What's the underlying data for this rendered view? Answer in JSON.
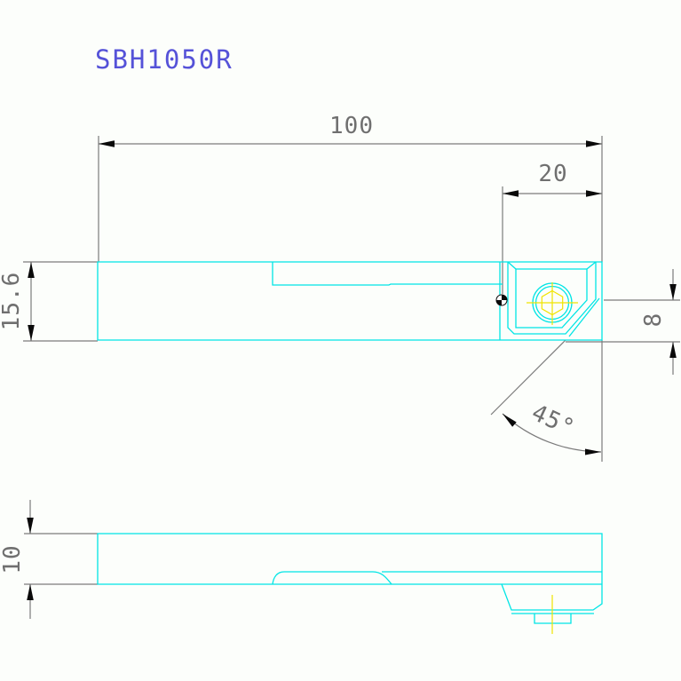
{
  "title": "SBH1050R",
  "dimensions": {
    "overall_length": "100",
    "head_length": "20",
    "body_height": "15.6",
    "tip_height": "8",
    "lead_angle": "45°",
    "shank_width": "10"
  },
  "colors": {
    "geometry_line": "#00E5E5",
    "centerline": "#F0E400",
    "dimension_line": "#7B7B7B",
    "dimension_text": "#6F6F6F",
    "arrowhead": "#0A0A0A",
    "title_text": "#5552D8",
    "background": "#FCFEFB"
  }
}
